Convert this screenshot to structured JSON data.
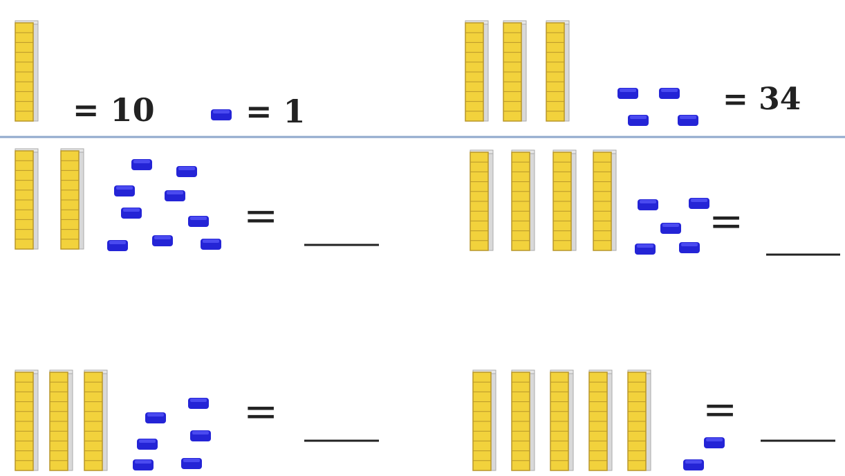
{
  "legend": {
    "ten_equals": "= 10",
    "one_equals": "= 1"
  },
  "problems": [
    {
      "rods": 3,
      "units": 4,
      "answer": "= 34"
    },
    {
      "rods": 2,
      "units": 9,
      "answer": "=",
      "blank": ""
    },
    {
      "rods": 4,
      "units": 5,
      "answer": "=",
      "blank": ""
    },
    {
      "rods": 3,
      "units": 6,
      "answer": "=",
      "blank": ""
    },
    {
      "rods": 5,
      "units": 2,
      "answer": "=",
      "blank": ""
    }
  ],
  "colors": {
    "rod_fill": "#f2d23c",
    "rod_line": "#b8962a",
    "rod_side": "#d9d9d9",
    "unit_fill": "#2424d6",
    "unit_top": "#4a4af0",
    "divider": "#8fa8cc"
  }
}
